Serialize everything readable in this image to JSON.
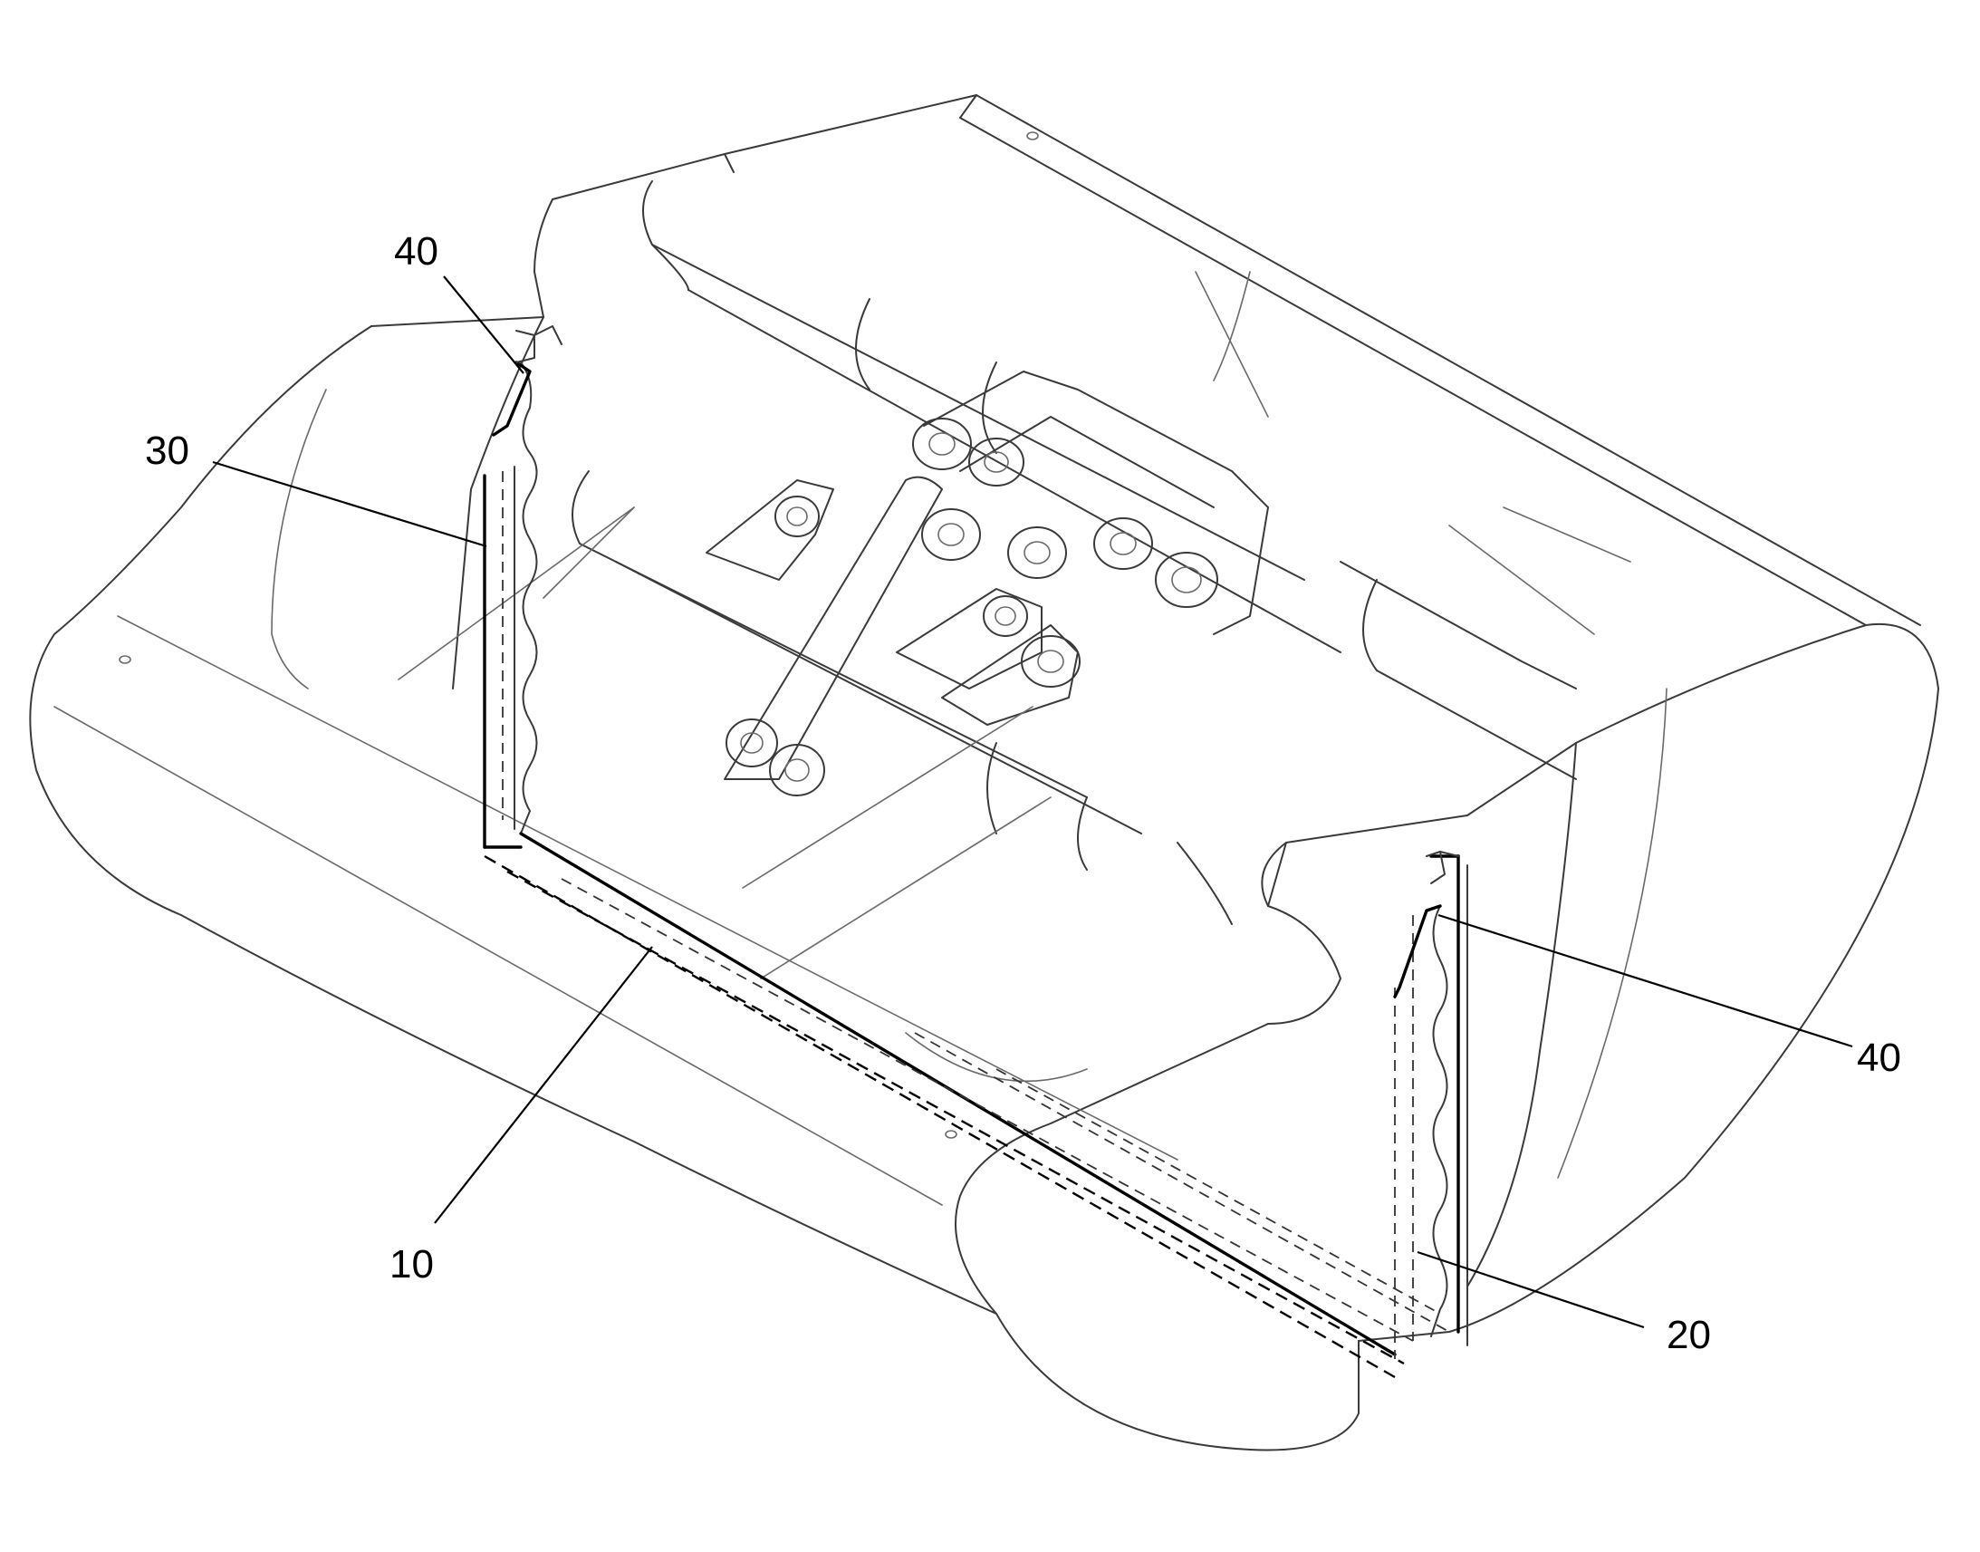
{
  "labels": {
    "ref_40_top": "40",
    "ref_30": "30",
    "ref_10": "10",
    "ref_40_right": "40",
    "ref_20": "20"
  }
}
